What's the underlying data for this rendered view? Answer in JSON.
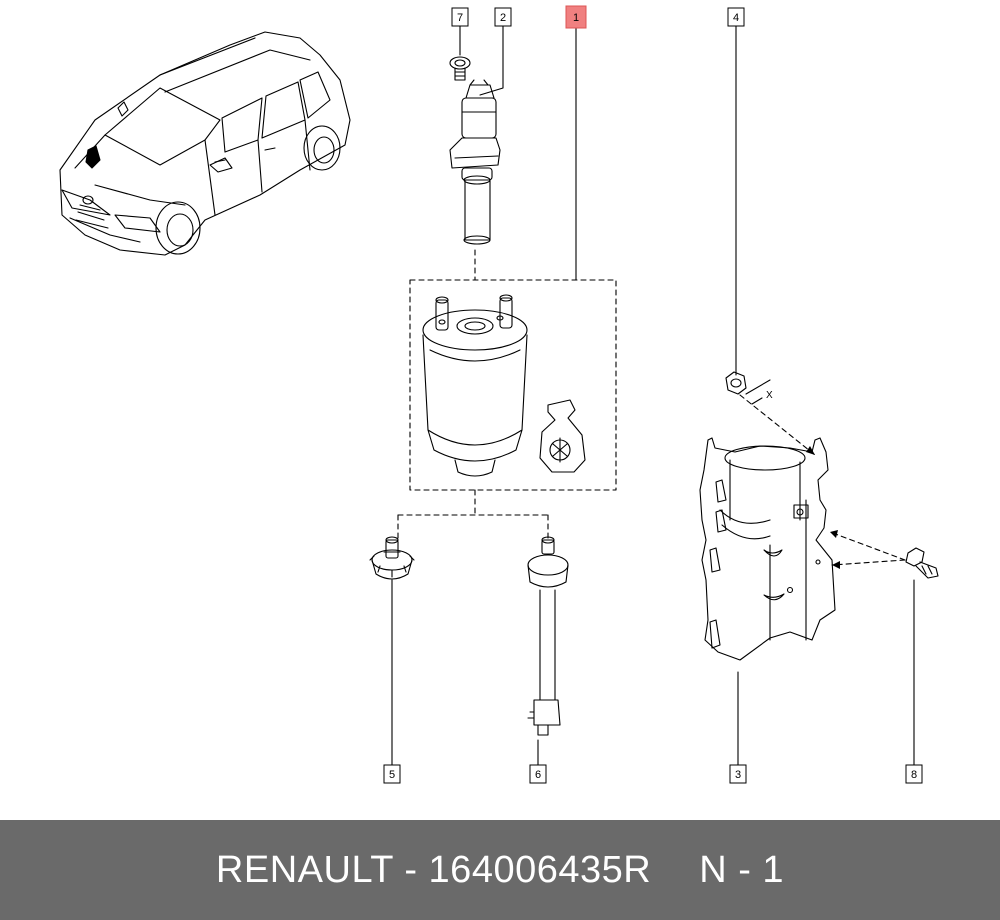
{
  "callouts": {
    "c1": "1",
    "c2": "2",
    "c3": "3",
    "c4": "4",
    "c5": "5",
    "c6": "6",
    "c7": "7",
    "c8": "8"
  },
  "annotation": {
    "x_mark": "X"
  },
  "highlight_color": "#f08080",
  "footer": {
    "part_info": "RENAULT - 164006435R",
    "position": "N - 1"
  }
}
